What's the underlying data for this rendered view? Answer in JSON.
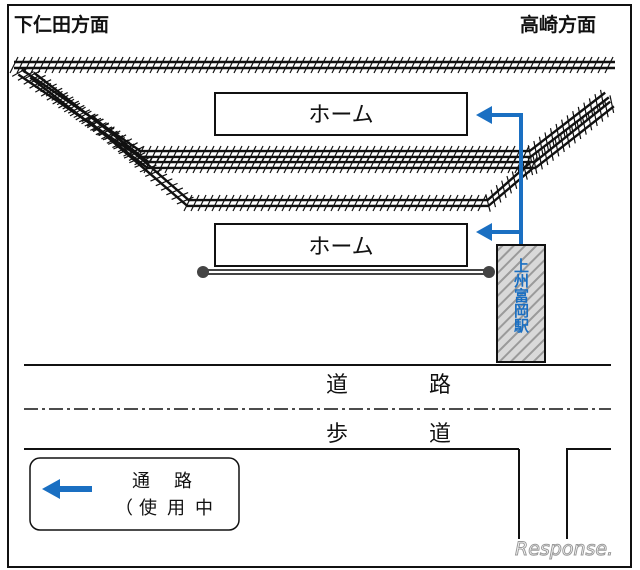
{
  "directions": {
    "left": "下仁田方面",
    "right": "高崎方面"
  },
  "platforms": [
    {
      "label": "ホーム"
    },
    {
      "label": "ホーム"
    }
  ],
  "station": {
    "name": "上州富岡駅"
  },
  "street": {
    "road": [
      "道",
      "路"
    ],
    "sidewalk": [
      "歩",
      "道"
    ]
  },
  "notice": {
    "line1": [
      "通",
      "路"
    ],
    "line2": [
      "（",
      "使",
      "用",
      "中"
    ]
  },
  "watermark": "Response.",
  "colors": {
    "arrow": "#1a6fc2",
    "line": "#111111"
  }
}
